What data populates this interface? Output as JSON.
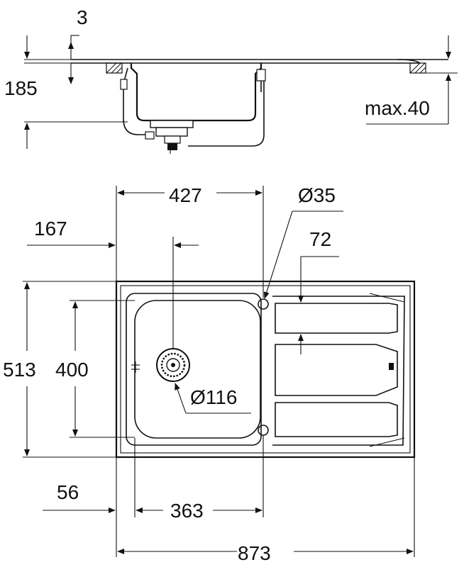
{
  "dimensions": {
    "top_thickness": "3",
    "top_depth": "185",
    "top_max_counter": "max.40",
    "plan_bowl_width": "427",
    "plan_tap_hole": "Ø35",
    "plan_left_offset": "167",
    "plan_drain_rib": "72",
    "plan_overall_depth": "513",
    "plan_bowl_depth": "400",
    "plan_waste": "Ø116",
    "plan_bowl_left": "56",
    "plan_bowl_inner": "363",
    "plan_overall_width": "873"
  }
}
